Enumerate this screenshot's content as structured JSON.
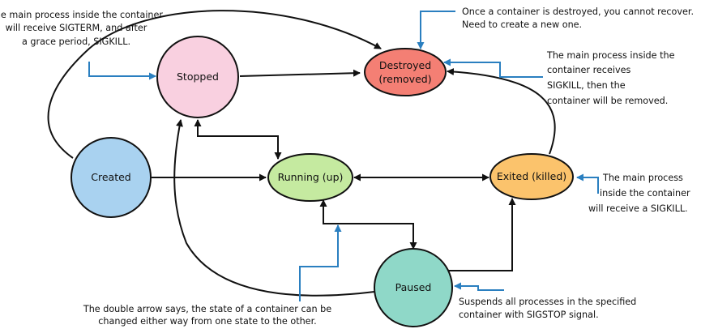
{
  "states": {
    "stopped": {
      "label": "Stopped",
      "color": "#f9d0e0"
    },
    "destroyed": {
      "label_line1": "Destroyed",
      "label_line2": "(removed)",
      "color": "#f47f74"
    },
    "created": {
      "label": "Created",
      "color": "#a9d2f0"
    },
    "running": {
      "label": "Running (up)",
      "color": "#c5eaa0"
    },
    "exited": {
      "label": "Exited (killed)",
      "color": "#fbc36c"
    },
    "paused": {
      "label": "Paused",
      "color": "#8fd8c8"
    }
  },
  "colors": {
    "outline": "#111111",
    "arrow": "#111111",
    "annotation_pointer": "#2a7fc0",
    "background": "#ffffff"
  },
  "annotations": {
    "stopped_note": [
      "The main process inside the container",
      "will receive  SIGTERM, and after",
      "a grace period, SIGKILL."
    ],
    "destroyed_note": [
      "Once a container is destroyed,  you cannot recover.",
      "Need to create a new one."
    ],
    "removed_note": [
      "The main process inside the",
      "container receives",
      "SIGKILL, then the",
      "container will be removed."
    ],
    "exited_note": [
      "The main process",
      "inside the container",
      "will receive a SIGKILL."
    ],
    "paused_note": [
      "Suspends all processes in  the specified",
      "container with SIGSTOP signal."
    ],
    "double_arrow_note": [
      "The double arrow says, the state of a container can be",
      "changed either way from one  state to the other."
    ]
  }
}
